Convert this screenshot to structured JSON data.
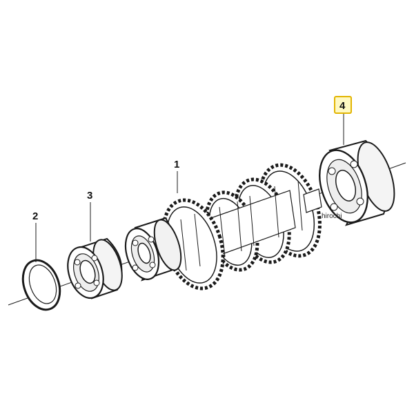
{
  "diagram": {
    "callouts": [
      {
        "id": "1",
        "label": "1",
        "highlighted": false
      },
      {
        "id": "2",
        "label": "2",
        "highlighted": false
      },
      {
        "id": "3",
        "label": "3",
        "highlighted": false
      },
      {
        "id": "4",
        "label": "4",
        "highlighted": true
      }
    ],
    "watermark": "hirochi",
    "colors": {
      "line": "#1a1a1a",
      "highlight_fill": "#fff9c2",
      "highlight_border": "#e2b400"
    }
  }
}
